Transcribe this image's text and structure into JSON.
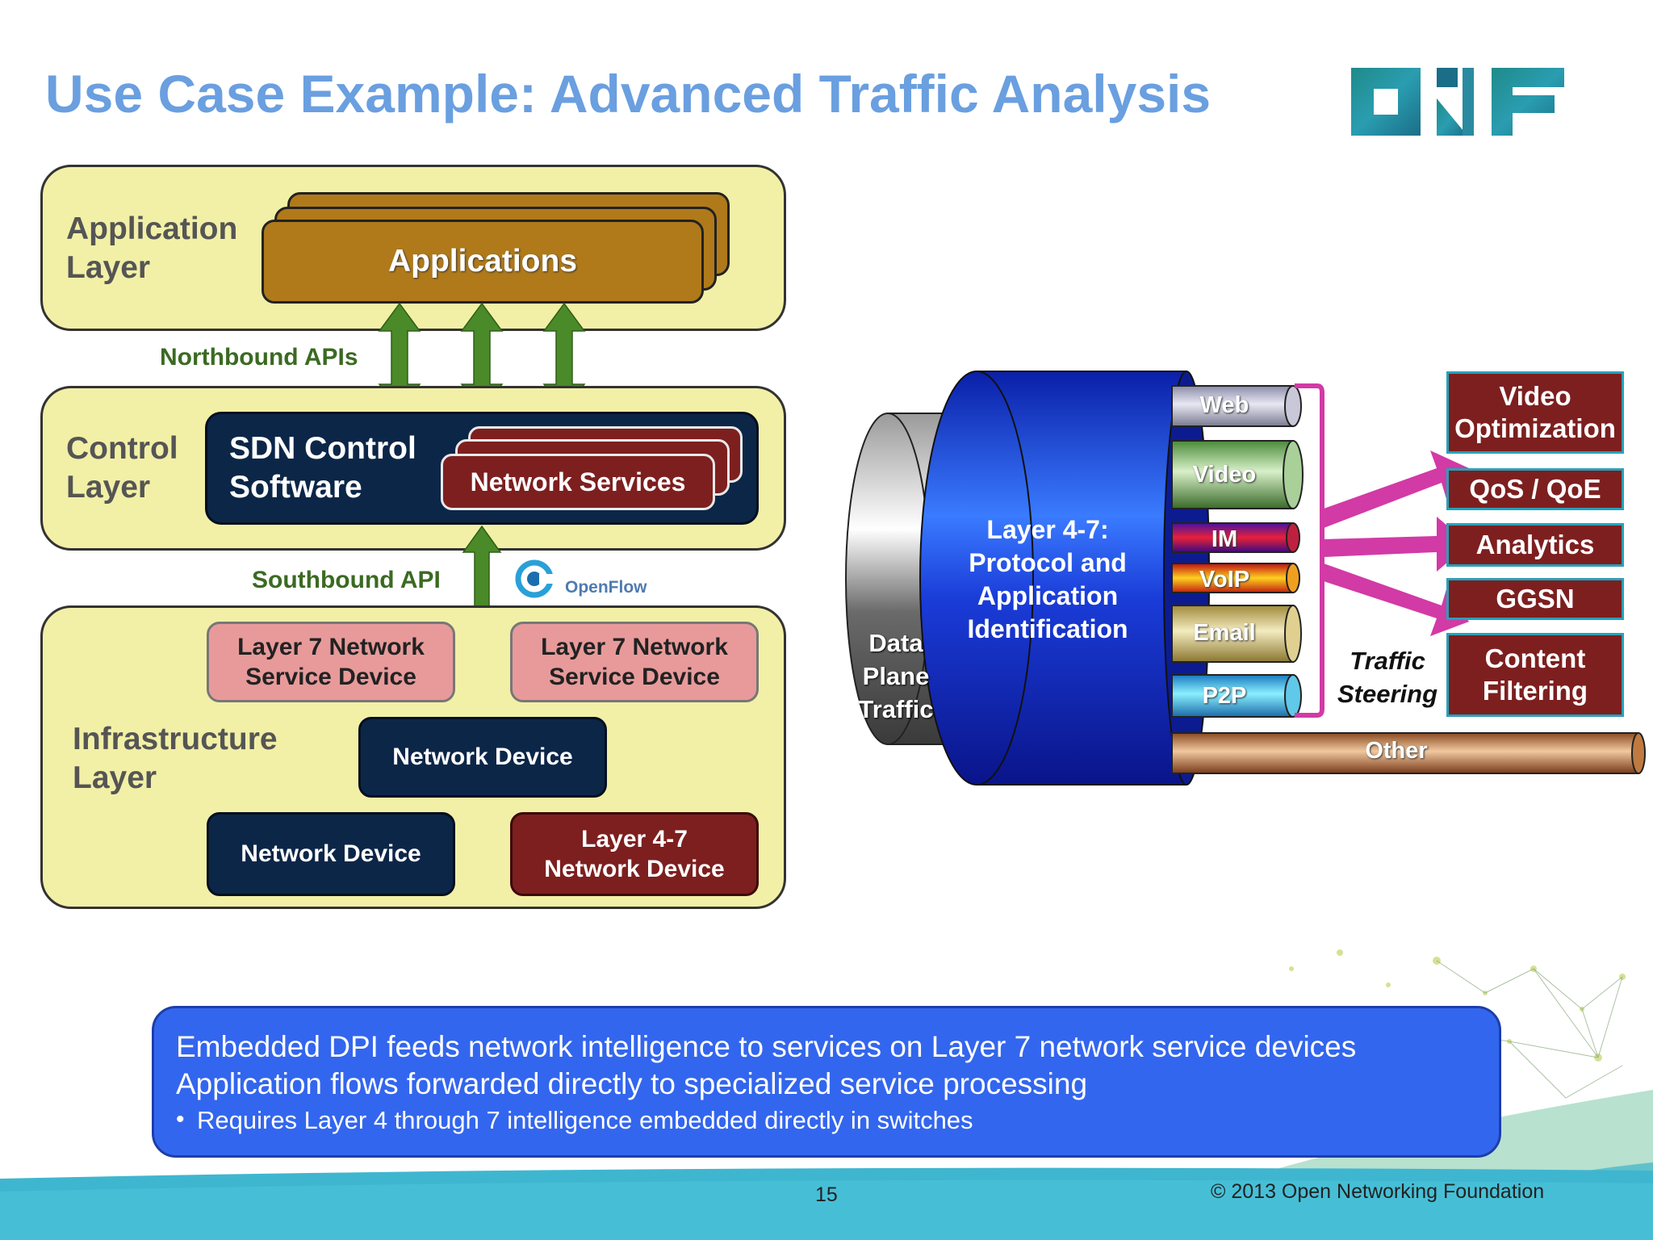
{
  "title": "Use Case Example: Advanced Traffic Analysis",
  "logo_text": "ONF",
  "left_diagram": {
    "application_layer": {
      "label": "Application\nLayer",
      "applications": "Applications"
    },
    "northbound_label": "Northbound APIs",
    "control_layer": {
      "label": "Control\nLayer",
      "sdn": "SDN Control\nSoftware",
      "network_services": "Network Services"
    },
    "southbound_label": "Southbound API",
    "openflow_label": "OpenFlow",
    "infrastructure_layer": {
      "label": "Infrastructure\nLayer",
      "l7_device_1": "Layer 7 Network\nService Device",
      "l7_device_2": "Layer 7 Network\nService Device",
      "network_device_1": "Network Device",
      "network_device_2": "Network Device",
      "l47_device": "Layer 4-7\nNetwork Device"
    }
  },
  "right_diagram": {
    "data_plane": "Data\nPlane\nTraffic",
    "classifier": "Layer 4-7:\nProtocol and\nApplication\nIdentification",
    "pipes": [
      "Web",
      "Video",
      "IM",
      "VoIP",
      "Email",
      "P2P"
    ],
    "other_pipe": "Other",
    "steering": "Traffic\nSteering",
    "services": [
      "Video\nOptimization",
      "QoS / QoE",
      "Analytics",
      "GGSN",
      "Content\nFiltering"
    ]
  },
  "callout": {
    "line1": "Embedded DPI feeds network intelligence to services on Layer 7 network service devices",
    "line2": "Application flows forwarded directly to specialized service processing",
    "bullet": "Requires Layer 4 through 7 intelligence embedded directly in switches"
  },
  "footer": {
    "page_number": "15",
    "copyright": "© 2013 Open Networking Foundation"
  },
  "colors": {
    "title": "#6a9fe0",
    "layer_fill": "#f2f0a6",
    "navy": "#0c2648",
    "maroon": "#7d1f1f",
    "arrow_green": "#4a8a28",
    "steering_magenta": "#d23aa6",
    "callout_blue": "#3366ee"
  }
}
